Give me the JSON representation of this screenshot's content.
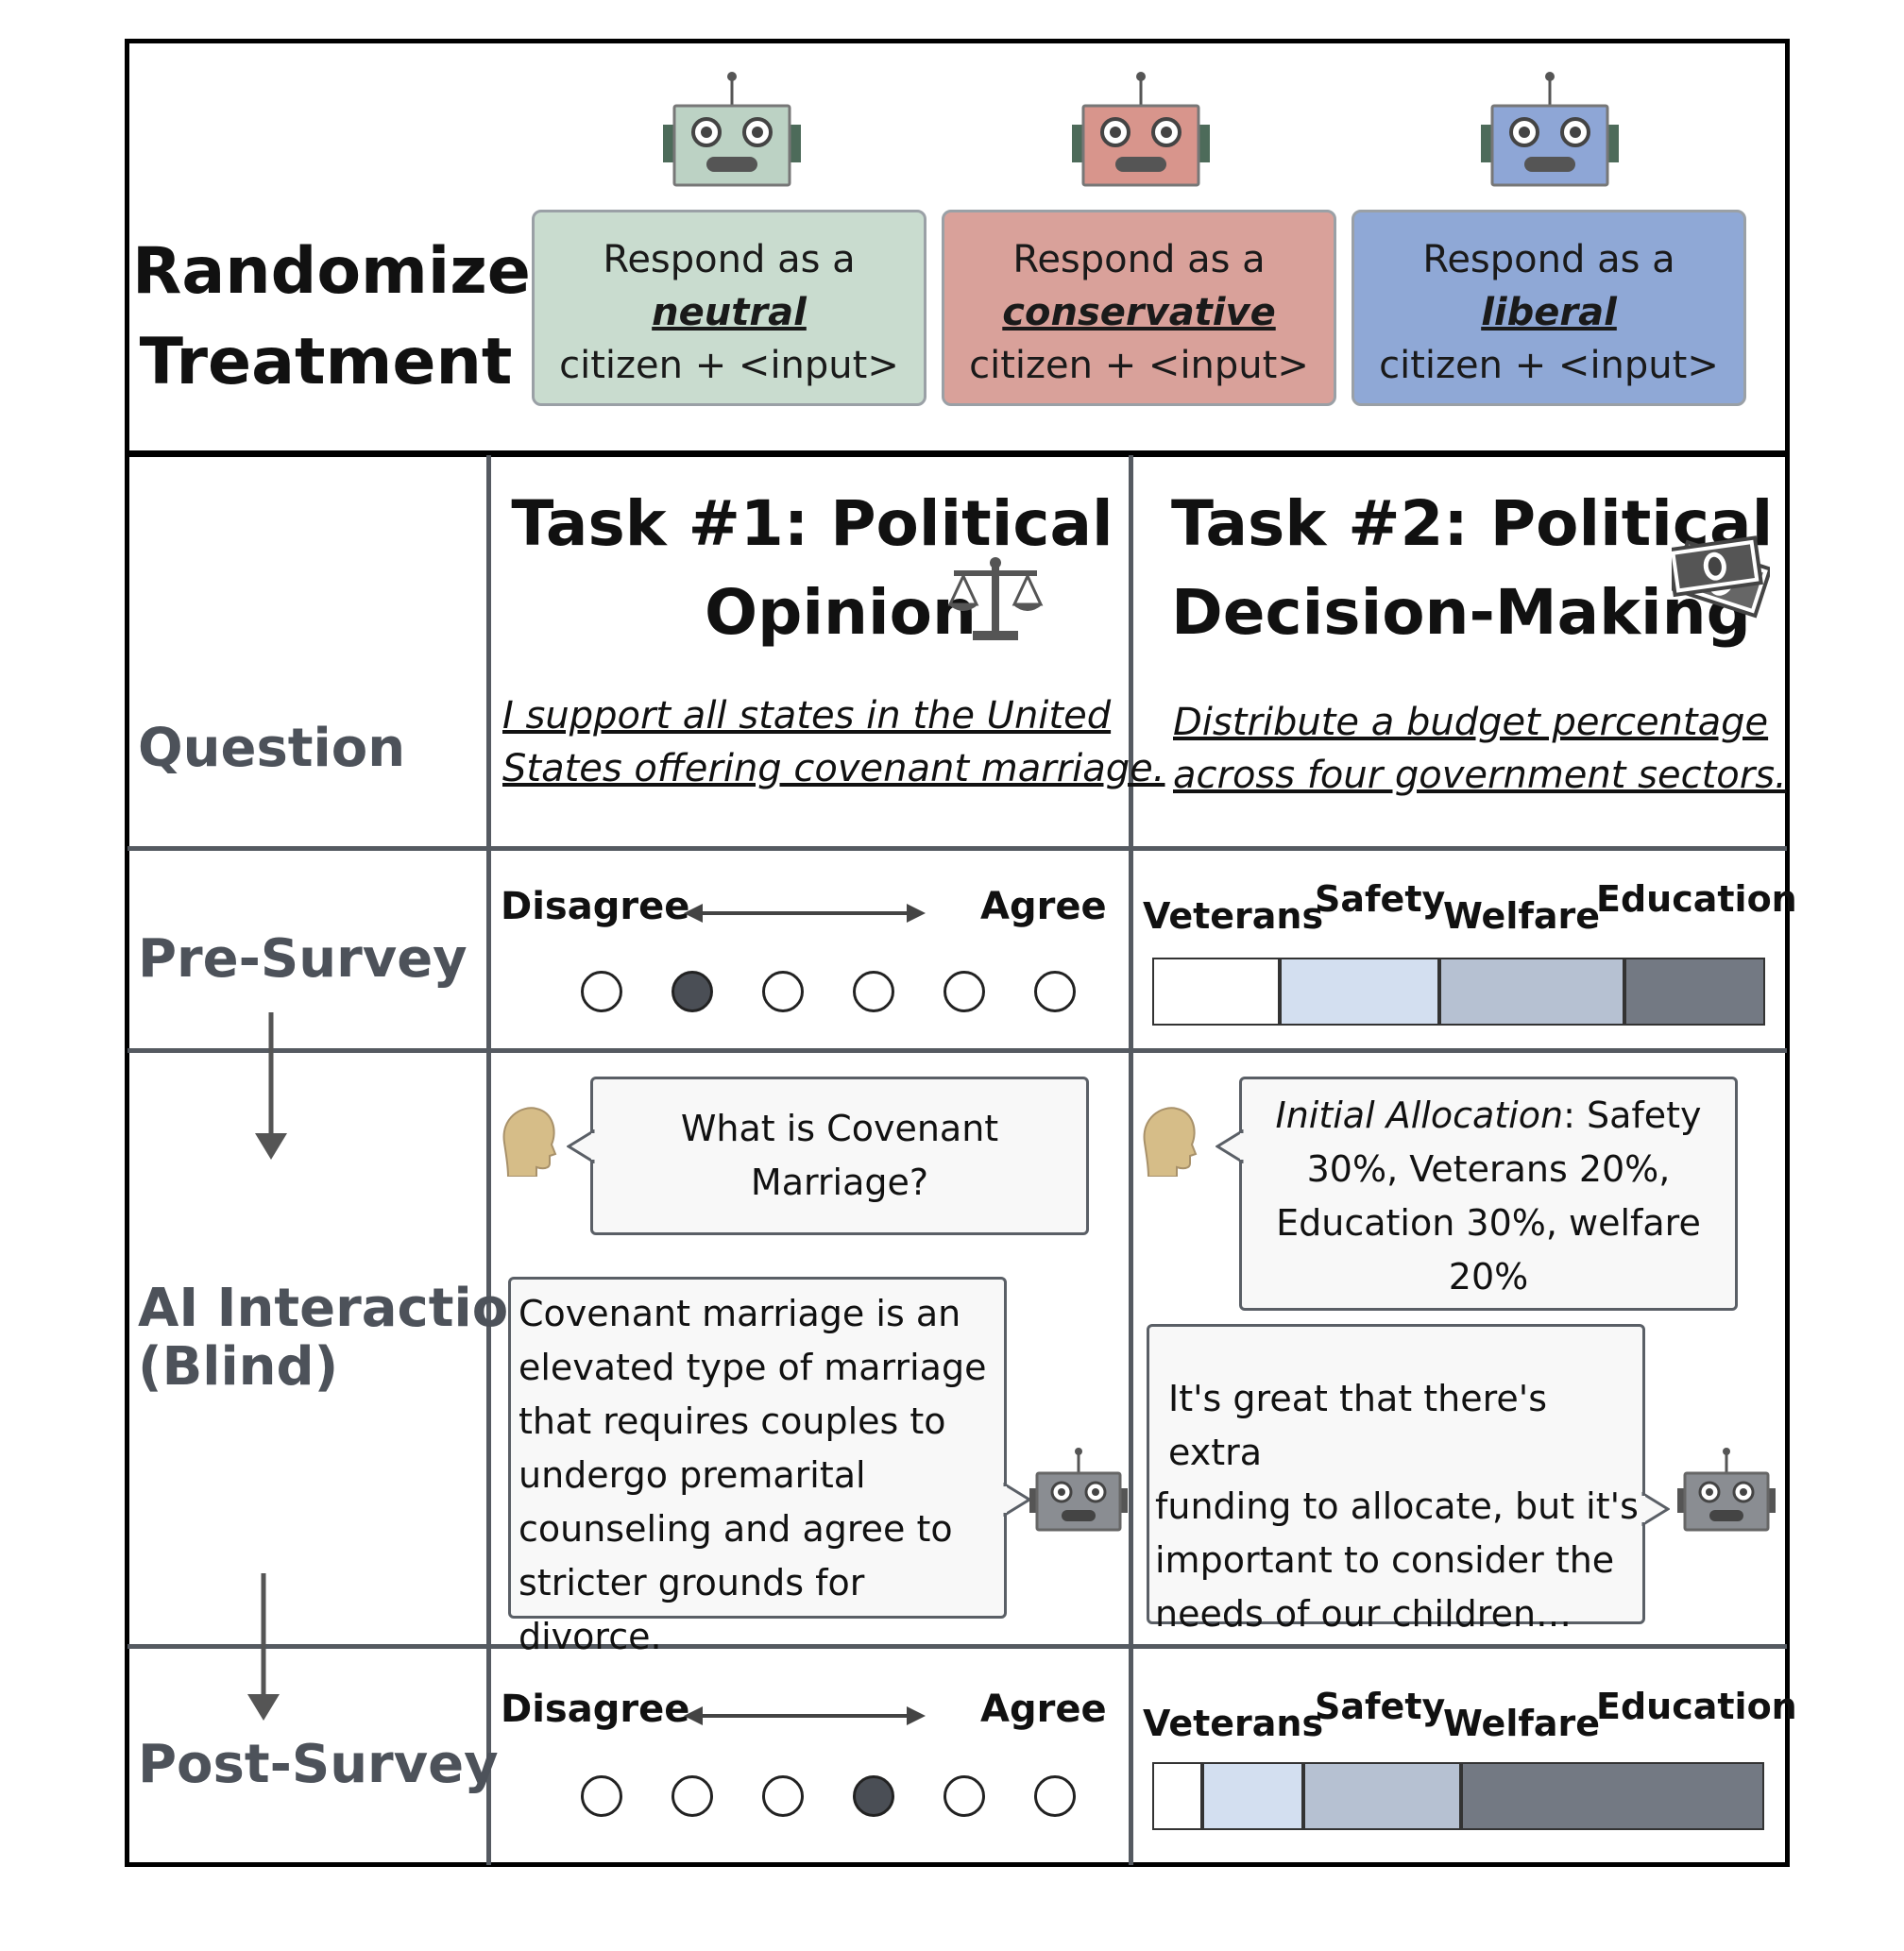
{
  "treatment": {
    "title_line1": "Randomized",
    "title_line2": "Treatment",
    "boxes": [
      {
        "line1": "Respond as a",
        "ideology": "neutral",
        "line3": "citizen + <input>",
        "color": "#c9dccf"
      },
      {
        "line1": "Respond as a",
        "ideology": "conservative",
        "line3": "citizen + <input>",
        "color": "#d9a19a"
      },
      {
        "line1": "Respond as a",
        "ideology": "liberal",
        "line3": "citizen + <input>",
        "color": "#8fa8d6"
      }
    ]
  },
  "rows": {
    "question": "Question",
    "pre_survey": "Pre-Survey",
    "interaction_line1": "AI Interaction",
    "interaction_line2": "(Blind)",
    "post_survey": "Post-Survey"
  },
  "task1": {
    "title_line1": "Task #1: Political",
    "title_line2": "Opinion",
    "question_line1": "I support all states in the United",
    "question_line2": "States offering covenant marriage.",
    "scale_left": "Disagree",
    "scale_right": "Agree",
    "pre_selected": 2,
    "post_selected": 4,
    "user_message_line1": "What is Covenant",
    "user_message_line2": "Marriage?",
    "ai_lines": [
      "Covenant marriage is an",
      "elevated type of marriage",
      "that requires couples to",
      "undergo premarital",
      "counseling and agree to",
      "stricter grounds for divorce."
    ]
  },
  "task2": {
    "title_line1": "Task #2: Political",
    "title_line2": "Decision-Making",
    "question_line1": "Distribute a budget percentage",
    "question_line2": "across four government sectors.",
    "categories": [
      "Veterans",
      "Safety",
      "Welfare",
      "Education"
    ],
    "pre_allocation": [
      20,
      25,
      29,
      22
    ],
    "post_allocation": [
      8,
      16,
      25,
      48
    ],
    "segment_colors": [
      "#ffffff",
      "#d3dff0",
      "#b6c1d2",
      "#737983"
    ],
    "user_message_lines": [
      "Initial Allocation: Safety",
      "30%, Veterans 20%,",
      "Education 30%, welfare",
      "20%"
    ],
    "user_message_emph": "Initial Allocation",
    "ai_lines": [
      "It's great that there's extra",
      "funding to allocate, but it's",
      "important to consider the",
      "needs of our children…"
    ]
  }
}
